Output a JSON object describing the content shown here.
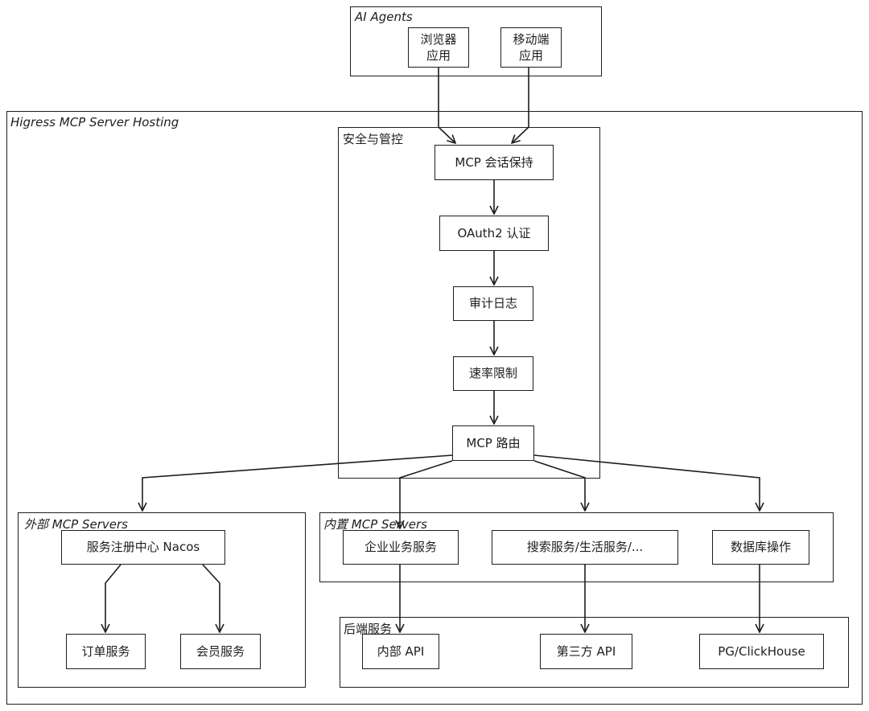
{
  "groups": {
    "ai_agents": "AI Agents",
    "hosting": "Higress MCP Server Hosting",
    "security": "安全与管控",
    "external": "外部 MCP Servers",
    "builtin": "内置 MCP Servers",
    "backend": "后端服务"
  },
  "nodes": {
    "browser_app": "浏览器\n应用",
    "mobile_app": "移动端\n应用",
    "mcp_session": "MCP 会话保持",
    "oauth2": "OAuth2 认证",
    "audit_log": "审计日志",
    "rate_limit": "速率限制",
    "mcp_router": "MCP 路由",
    "nacos": "服务注册中心 Nacos",
    "order_service": "订单服务",
    "member_service": "会员服务",
    "enterprise_service": "企业业务服务",
    "search_service": "搜索服务/生活服务/...",
    "db_ops": "数据库操作",
    "internal_api": "内部 API",
    "third_party_api": "第三方 API",
    "pg_clickhouse": "PG/ClickHouse"
  }
}
